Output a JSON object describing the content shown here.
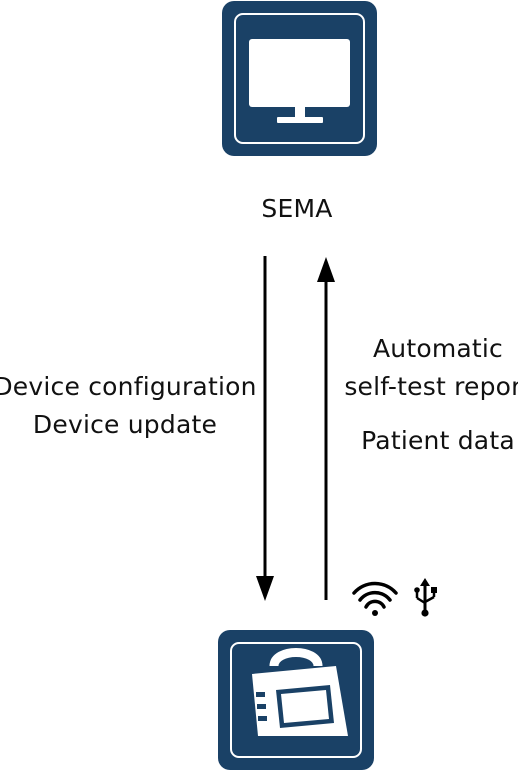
{
  "sema": {
    "label": "SEMA",
    "icon": "monitor-icon"
  },
  "flow_down": {
    "lines": [
      "Device configuration",
      "Device update"
    ]
  },
  "flow_up": {
    "lines": [
      "Automatic",
      "self-test report",
      "Patient data"
    ]
  },
  "connectivity": {
    "icons": [
      "wifi-icon",
      "usb-icon"
    ]
  },
  "device": {
    "icon": "defibrillator-device-icon"
  },
  "colors": {
    "tile": "#1a4166",
    "icon": "#ffffff",
    "arrow": "#000000",
    "text": "#111111"
  }
}
